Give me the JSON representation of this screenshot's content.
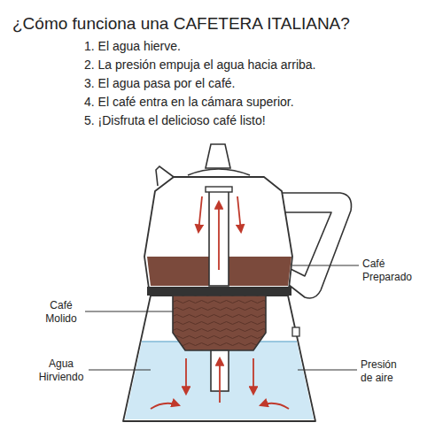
{
  "diagram": {
    "title": "¿Cómo funciona una CAFETERA ITALIANA?",
    "labels": [
      "1. El agua hierve.",
      "2. La presión empuja el agua hacia arriba.",
      "3. El agua pasa por el café.",
      "4. El café entra en la cámara superior.",
      "5. ¡Disfruta el delicioso café listo!",
      "Café Preparado",
      "Café Molido",
      "Agua Hirviendo",
      "Presión de aire"
    ]
  }
}
